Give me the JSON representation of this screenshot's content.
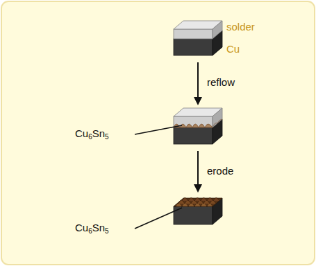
{
  "diagram": {
    "labels": [
      "solder",
      "Cu",
      "reflow",
      "Cu6Sn5",
      "erode",
      "Cu6Sn5"
    ]
  }
}
